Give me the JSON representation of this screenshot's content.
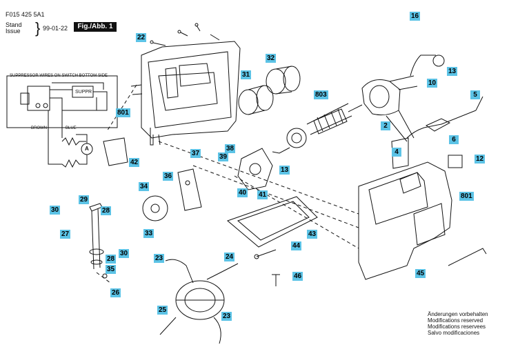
{
  "header": {
    "doc_number": "F015 425 5A1",
    "stand_label": "Stand",
    "issue_label": "Issue",
    "date": "99-01-22",
    "figure_label": "Fig./Abb. 1"
  },
  "schematic": {
    "title": "SUPPRESSOR WIRES ON SWITCH BOTTOM SIDE",
    "suppressor_label": "SUPPR",
    "brown_label": "BROWN",
    "blue_label": "BLUE",
    "motor_symbol": "A"
  },
  "callouts": [
    "16",
    "22",
    "32",
    "31",
    "803",
    "13",
    "10",
    "5",
    "801",
    "2",
    "37",
    "38",
    "39",
    "6",
    "42",
    "4",
    "12",
    "36",
    "13",
    "40",
    "41",
    "34",
    "29",
    "30",
    "28",
    "801",
    "27",
    "33",
    "43",
    "30",
    "28",
    "35",
    "23",
    "24",
    "44",
    "45",
    "26",
    "46",
    "25",
    "23"
  ],
  "modifications_note": [
    "Änderungen vorbehalten",
    "Modifications reserved",
    "Modifications reservees",
    "Salvo modificaciones"
  ],
  "colors": {
    "callout_bg": "#5cc3e6",
    "figure_badge_bg": "#111111"
  }
}
